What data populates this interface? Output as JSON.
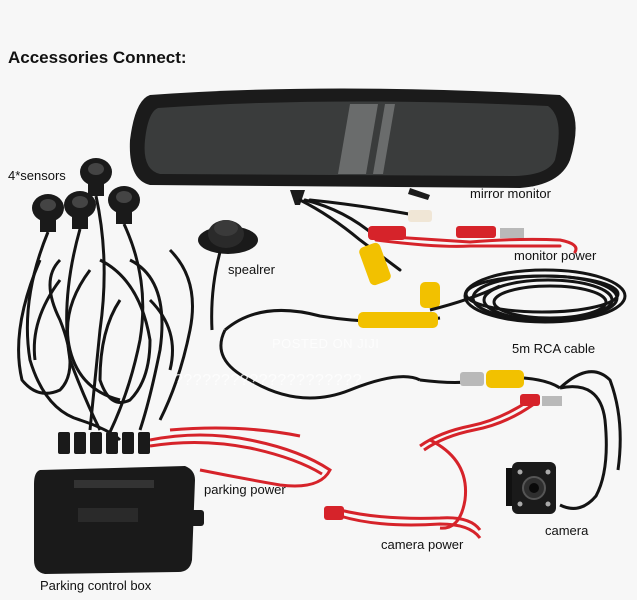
{
  "title": "Accessories Connect:",
  "labels": {
    "sensors": "4*sensors",
    "speaker": "spealrer",
    "mirror_monitor": "mirror monitor",
    "monitor_power": "monitor power",
    "rca_cable": "5m RCA cable",
    "parking_power": "parking power",
    "camera": "camera",
    "camera_power": "camera power",
    "control_box": "Parking control box"
  },
  "watermark": {
    "line1": "POSTED ON JIJI",
    "line2": "????????????????????"
  },
  "colors": {
    "background": "#f7f7f7",
    "cable_black": "#141414",
    "wire_red": "#d6232a",
    "rca_yellow": "#f2c100",
    "device_black": "#1a1a1a"
  }
}
